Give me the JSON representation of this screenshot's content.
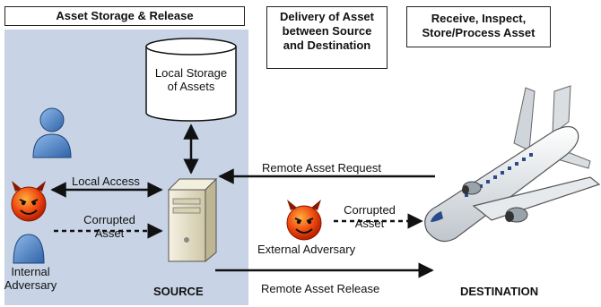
{
  "titles": {
    "storage_release": "Asset Storage & Release",
    "delivery_line1": "Delivery of Asset",
    "delivery_line2": "between Source",
    "delivery_line3": "and Destination",
    "receive_line1": "Receive, Inspect,",
    "receive_line2": "Store/Process Asset"
  },
  "nodes": {
    "storage_line1": "Local Storage",
    "storage_line2": "of Assets",
    "source": "SOURCE",
    "destination": "DESTINATION",
    "internal_adversary_line1": "Internal",
    "internal_adversary_line2": "Adversary",
    "external_adversary": "External Adversary"
  },
  "flows": {
    "local_access": "Local Access",
    "corrupted_internal_line1": "Corrupted",
    "corrupted_internal_line2": "Asset",
    "corrupted_external_line1": "Corrupted",
    "corrupted_external_line2": "Asset",
    "remote_request": "Remote Asset Request",
    "remote_release": "Remote Asset Release"
  },
  "colors": {
    "source_panel": "#c8d4e6",
    "person_fill": "#5b8fd0",
    "devil_fill": "#f04a10",
    "server_fill": "#e8e2cc"
  }
}
